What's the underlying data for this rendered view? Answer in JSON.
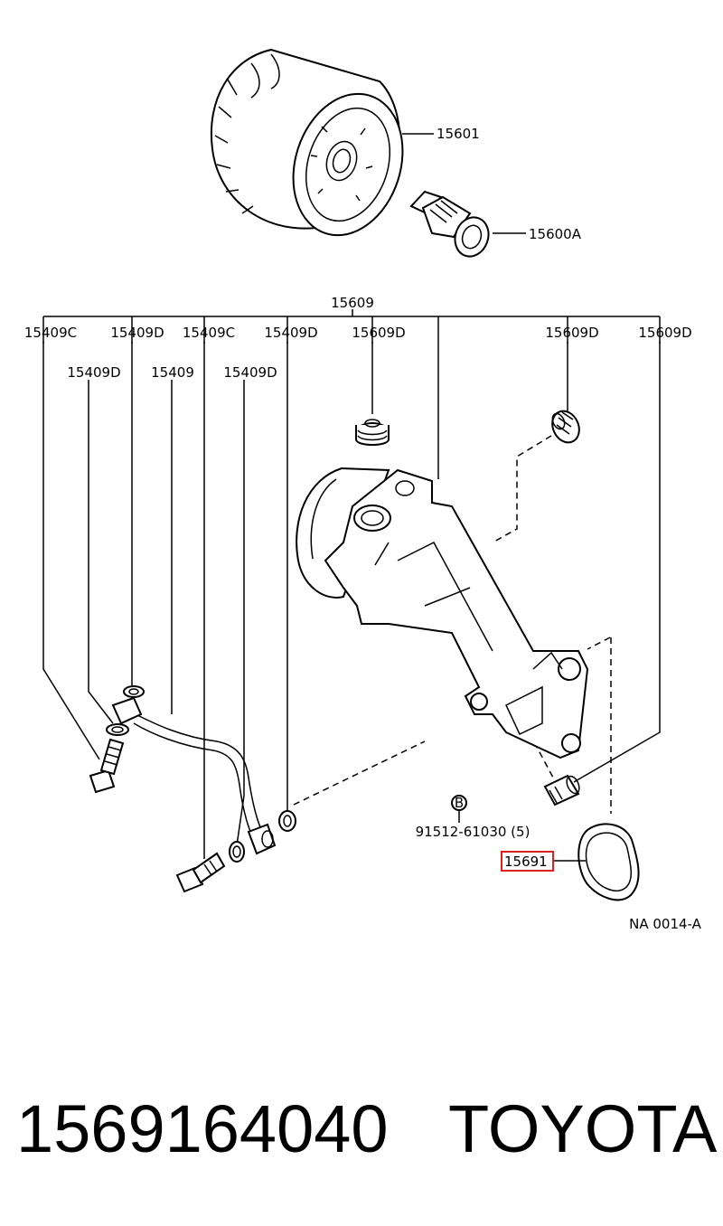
{
  "callouts": {
    "filter": "15601",
    "union": "15600A",
    "bracket": "15609",
    "c_left": "15409C",
    "d_top_1": "15409D",
    "c_mid": "15409C",
    "d_top_2": "15409D",
    "d_plug_left": "15609D",
    "d_plug_right": "15609D",
    "d_far_right": "15609D",
    "d_lower_1": "15409D",
    "pipe": "15409",
    "d_lower_2": "15409D",
    "bolt": "91512-61030 (5)",
    "bolt_marker": "B",
    "gasket": "15691",
    "ref_code": "NA 0014-A"
  },
  "highlight_color": "#e0201f",
  "footer": {
    "part_number": "1569164040",
    "brand": "TOYOTA"
  }
}
